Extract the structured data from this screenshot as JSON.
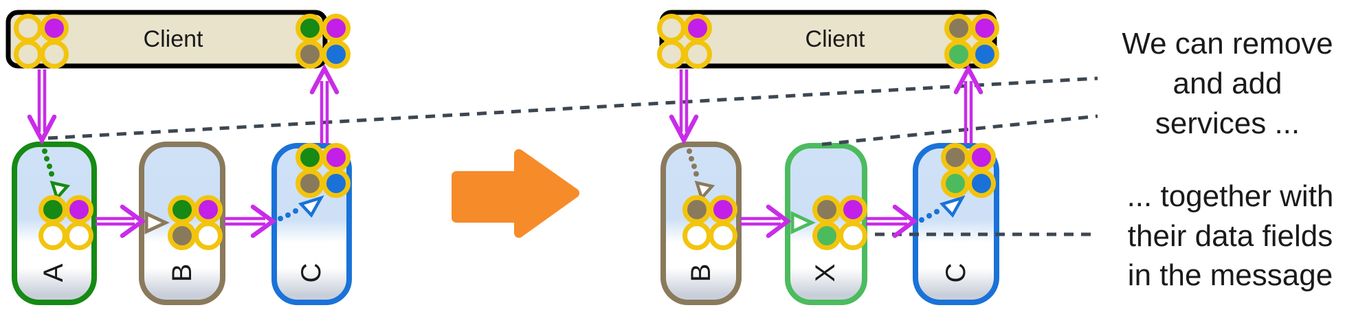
{
  "title": "Service pipeline transformation diagram",
  "colors": {
    "beige": "#e8e3ca",
    "gold": "#f2c40d",
    "purple": "#c21fe8",
    "green": "#168a14",
    "green_light": "#4cbb5e",
    "taupe": "#8a7a5c",
    "blue": "#1a72d8",
    "white": "#ffffff",
    "black": "#000000",
    "magenta": "#c92ce8",
    "orange": "#f68b2a",
    "dashed": "#3d4752",
    "text": "#1a1a1a",
    "box_top": "#cfe1f7",
    "box_mid_blue": "#cde0f6",
    "box_white": "#ffffff",
    "box_bottom": "#c9cfda"
  },
  "left": {
    "client_label": "Client",
    "services": [
      {
        "label": "A"
      },
      {
        "label": "B"
      },
      {
        "label": "C"
      }
    ]
  },
  "right": {
    "client_label": "Client",
    "services": [
      {
        "label": "B"
      },
      {
        "label": "X"
      },
      {
        "label": "C"
      }
    ]
  },
  "clusters": {
    "l_client_left": [
      "beige",
      "purple",
      "beige",
      "beige"
    ],
    "l_client_right": [
      "green",
      "purple",
      "taupe",
      "blue"
    ],
    "l_a": [
      "green",
      "purple",
      "white",
      "white"
    ],
    "l_b": [
      "green",
      "purple",
      "taupe",
      "white"
    ],
    "l_c": [
      "green",
      "purple",
      "taupe",
      "blue"
    ],
    "r_client_left": [
      "beige",
      "purple",
      "beige",
      "beige"
    ],
    "r_client_right": [
      "taupe",
      "purple",
      "green_light",
      "blue"
    ],
    "r_b": [
      "taupe",
      "purple",
      "white",
      "white"
    ],
    "r_x": [
      "taupe",
      "purple",
      "green_light",
      "white"
    ],
    "r_c": [
      "taupe",
      "purple",
      "green_light",
      "blue"
    ]
  },
  "annotations": {
    "remove_add": {
      "lines": [
        "We can remove",
        "and add",
        "services ..."
      ]
    },
    "data_fields": {
      "lines": [
        "... together with",
        "their data fields",
        "in the message"
      ]
    }
  }
}
